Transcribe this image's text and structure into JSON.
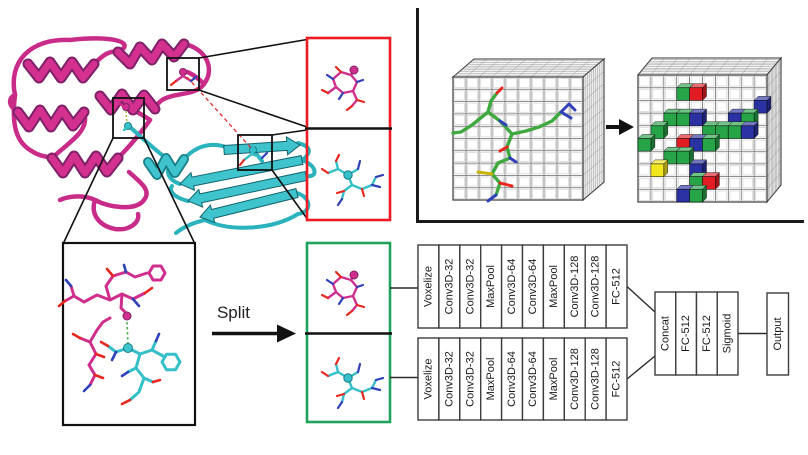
{
  "labels": {
    "split": "Split"
  },
  "network": {
    "branch_blocks": [
      "Voxelize",
      "Conv3D-32",
      "Conv3D-32",
      "MaxPool",
      "Conv3D-64",
      "Conv3D-64",
      "MaxPool",
      "Conv3D-128",
      "Conv3D-128",
      "FC-512"
    ],
    "branch_count": 2,
    "head_blocks": [
      "Concat",
      "FC-512",
      "FC-512",
      "Sigmoid"
    ],
    "output_label": "Output"
  },
  "voxelization": {
    "grid": {
      "rows": 10,
      "cols": 10
    },
    "colored_voxels": [
      {
        "row": 1,
        "col": 3,
        "color": "green"
      },
      {
        "row": 1,
        "col": 4,
        "color": "red"
      },
      {
        "row": 2,
        "col": 9,
        "color": "blue"
      },
      {
        "row": 3,
        "col": 2,
        "color": "green"
      },
      {
        "row": 3,
        "col": 3,
        "color": "green"
      },
      {
        "row": 3,
        "col": 4,
        "color": "blue"
      },
      {
        "row": 3,
        "col": 7,
        "color": "blue"
      },
      {
        "row": 3,
        "col": 8,
        "color": "green"
      },
      {
        "row": 4,
        "col": 1,
        "color": "green"
      },
      {
        "row": 4,
        "col": 5,
        "color": "green"
      },
      {
        "row": 4,
        "col": 6,
        "color": "green"
      },
      {
        "row": 4,
        "col": 7,
        "color": "green"
      },
      {
        "row": 4,
        "col": 8,
        "color": "blue"
      },
      {
        "row": 5,
        "col": 0,
        "color": "green"
      },
      {
        "row": 5,
        "col": 3,
        "color": "red"
      },
      {
        "row": 5,
        "col": 4,
        "color": "blue"
      },
      {
        "row": 5,
        "col": 5,
        "color": "green"
      },
      {
        "row": 6,
        "col": 2,
        "color": "green"
      },
      {
        "row": 6,
        "col": 3,
        "color": "green"
      },
      {
        "row": 7,
        "col": 1,
        "color": "yellow"
      },
      {
        "row": 7,
        "col": 4,
        "color": "blue"
      },
      {
        "row": 8,
        "col": 4,
        "color": "green"
      },
      {
        "row": 8,
        "col": 5,
        "color": "red"
      },
      {
        "row": 9,
        "col": 3,
        "color": "blue"
      },
      {
        "row": 9,
        "col": 4,
        "color": "green"
      }
    ]
  },
  "colors": {
    "magenta_protein": "#d3308f",
    "cyan_protein": "#3fc3cd",
    "interface_box_red": "#ed1c24",
    "interface_box_green": "#1fa35c",
    "voxel_green": "#27a348",
    "voxel_red": "#e11d23",
    "voxel_blue": "#2a31a3",
    "voxel_yellow": "#f2e71f",
    "molecule_green": "#3fa83f",
    "atom_red": "#e8271f",
    "atom_blue": "#3040b8",
    "atom_yellow": "#c8b400"
  }
}
